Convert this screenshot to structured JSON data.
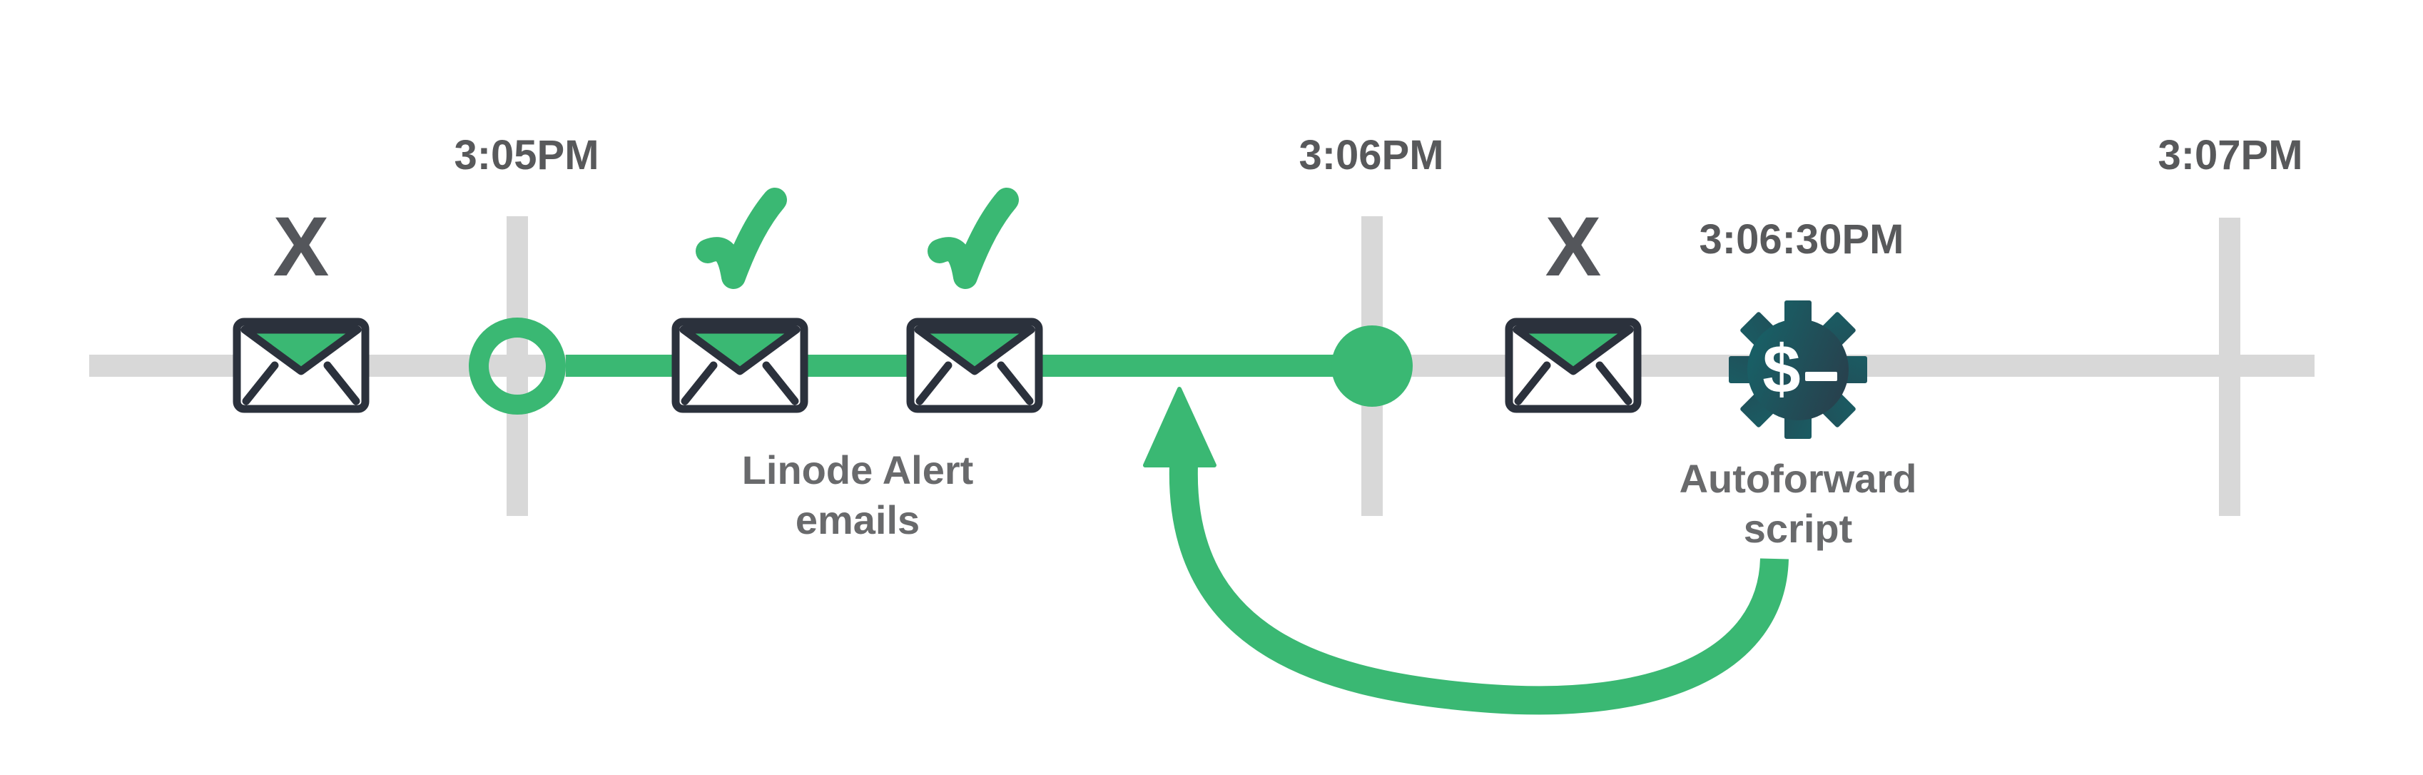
{
  "colors": {
    "green": "#3ab873",
    "light_gray": "#d8d8d8",
    "time_label_gray": "#58595b",
    "caption_gray": "#696a6c",
    "x_mark_gray": "#54565b",
    "envelope_outline": "#2b313c",
    "gear_gradient_teal": "#15666b",
    "gear_gradient_slate": "#2b3a48",
    "background": "#ffffff"
  },
  "timeline": {
    "times": [
      {
        "label": "3:05PM"
      },
      {
        "label": "3:06PM"
      },
      {
        "label": "3:07PM"
      }
    ],
    "event_time": "3:06:30PM"
  },
  "markers": {
    "failed_left": "X",
    "failed_right": "X"
  },
  "captions": {
    "alert_line1": "Linode Alert",
    "alert_line2": "emails",
    "autoforward_line1": "Autoforward",
    "autoforward_line2": "script"
  },
  "gear": {
    "dollar": "$"
  }
}
